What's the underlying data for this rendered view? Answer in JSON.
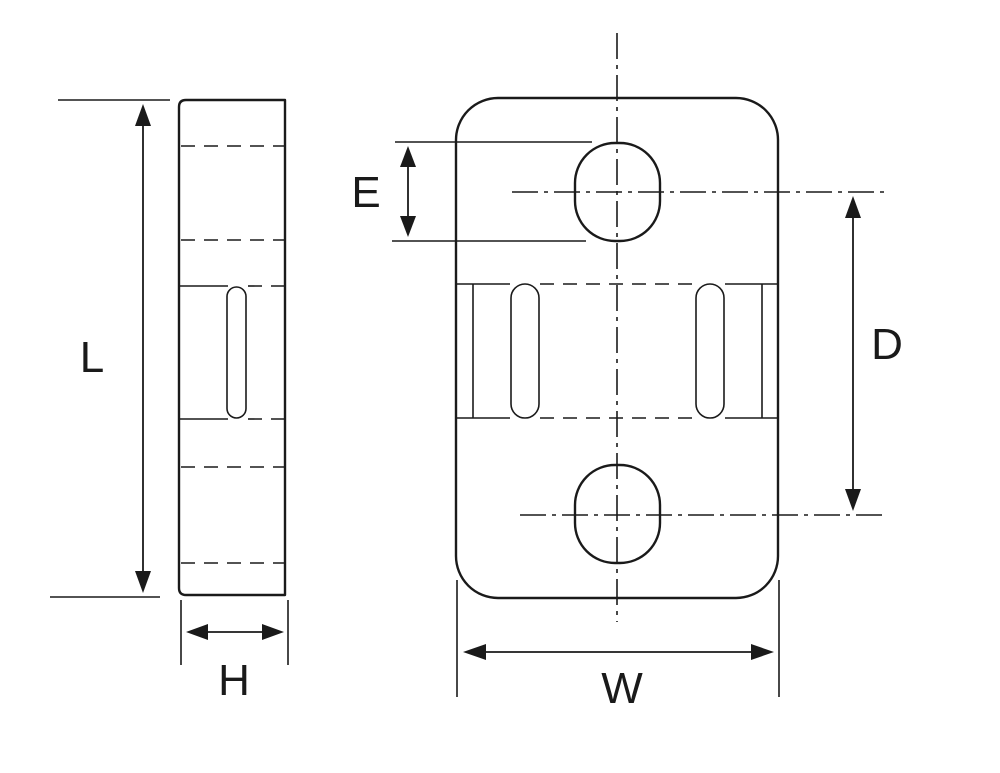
{
  "dimension_labels": {
    "length": "L",
    "height": "H",
    "slot": "E",
    "hole_spacing": "D",
    "width": "W"
  },
  "colors": {
    "line": "#1a1a1a",
    "background": "#ffffff"
  }
}
